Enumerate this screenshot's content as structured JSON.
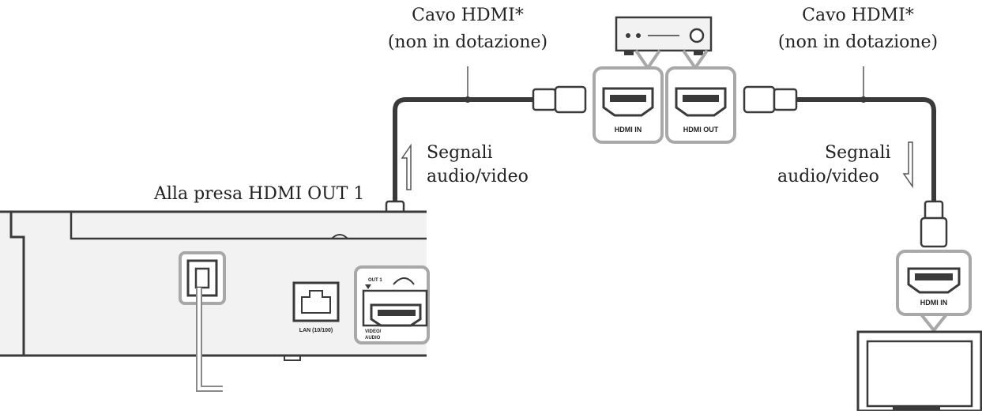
{
  "labels": {
    "cable_left_line1": "Cavo HDMI*",
    "cable_left_line2": "(non in dotazione)",
    "cable_right_line1": "Cavo HDMI*",
    "cable_right_line2": "(non in dotazione)",
    "signal_left_line1": "Segnali",
    "signal_left_line2": "audio/video",
    "signal_right_line1": "Segnali",
    "signal_right_line2": "audio/video",
    "to_socket": "Alla presa HDMI OUT 1"
  },
  "ports": {
    "receiver_in": "HDMI IN",
    "receiver_out": "HDMI OUT",
    "tv_in": "HDMI IN",
    "lan": "LAN (10/100)",
    "out1": "OUT 1",
    "video_audio_1": "VIDEO/",
    "video_audio_2": "AUDIO"
  },
  "colors": {
    "line": "#3a3a3a",
    "frame": "#a8a8a8",
    "device_fill": "#f2f2f2"
  }
}
